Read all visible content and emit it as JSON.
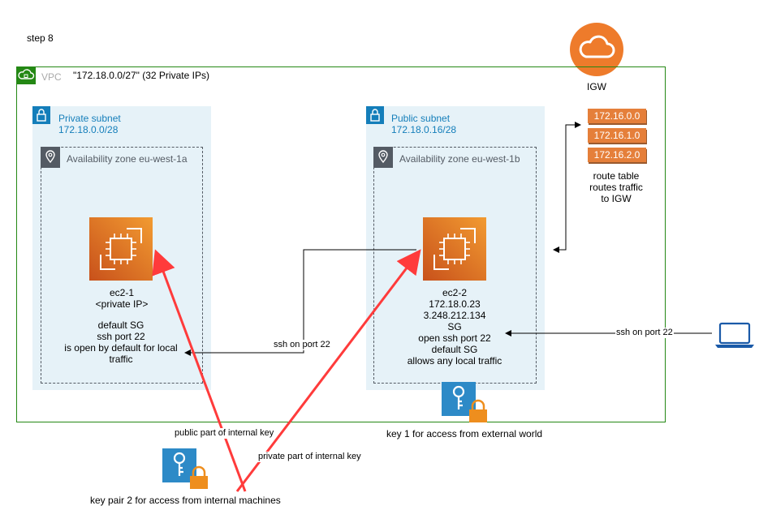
{
  "step_label": "step 8",
  "vpc": {
    "tag": "VPC",
    "cidr_label": "\"172.18.0.0/27\" (32 Private IPs)"
  },
  "igw": {
    "label": "IGW"
  },
  "private_subnet": {
    "title": "Private subnet",
    "cidr": "172.18.0.0/28",
    "az": "Availability zone eu-west-1a"
  },
  "public_subnet": {
    "title": "Public subnet",
    "cidr": "172.18.0.16/28",
    "az": "Availability zone eu-west-1b"
  },
  "route_table": {
    "entries": [
      "172.16.0.0",
      "172.16.1.0",
      "172.16.2.0"
    ],
    "caption": [
      "route table",
      "routes traffic",
      "to IGW"
    ]
  },
  "ec2_1": {
    "lines": [
      "ec2-1",
      "<private IP>"
    ],
    "sg_lines": [
      "default SG",
      "ssh port 22",
      "is open by default for local",
      "traffic"
    ]
  },
  "ec2_2": {
    "lines": [
      "ec2-2",
      "172.18.0.23",
      "3.248.212.134",
      "SG",
      "open ssh port 22",
      "default SG",
      "allows any local traffic"
    ]
  },
  "arrows": {
    "ssh_internal": "ssh on port 22",
    "ssh_external": "ssh on port 22",
    "public_key": "public part of internal key",
    "private_key": "private part of internal key"
  },
  "key1_label": "key 1 for access from external world",
  "key2_label": "key pair 2 for access from internal machines",
  "colors": {
    "vpc_border": "#248814",
    "subnet_bg": "#e6f2f8",
    "subnet_text": "#147eba",
    "ec2_orange": "#e57f3a",
    "arrow_red": "#ff3b3b",
    "key_blue": "#2d8ac7",
    "laptop_blue": "#1a5aa8"
  }
}
